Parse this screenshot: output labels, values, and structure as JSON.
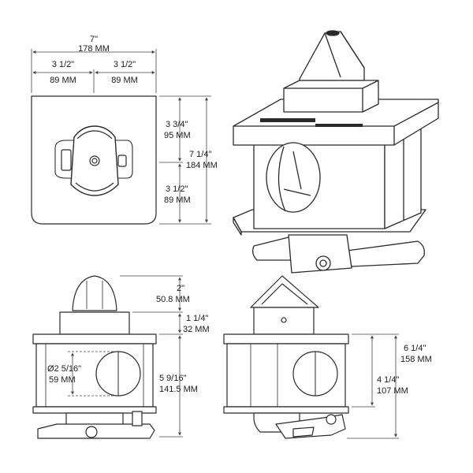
{
  "dimensions": {
    "overall_width_in": "7\"",
    "overall_width_mm": "178 MM",
    "half_width_left_in": "3 1/2\"",
    "half_width_left_mm": "89 MM",
    "half_width_right_in": "3 1/2\"",
    "half_width_right_mm": "89 MM",
    "top_upper_in": "3 3/4\"",
    "top_upper_mm": "95 MM",
    "top_total_in": "7 1/4\"",
    "top_total_mm": "184 MM",
    "top_lower_in": "3 1/2\"",
    "top_lower_mm": "89 MM",
    "cap_height_in": "2\"",
    "cap_height_mm": "50.8 MM",
    "flange_height_in": "1 1/4\"",
    "flange_height_mm": "32 MM",
    "hole_diameter_in": "Ø2 5/16\"",
    "hole_diameter_mm": "59 MM",
    "body_height_in": "5 9/16\"",
    "body_height_mm": "141.5 MM",
    "side_total_in": "6 1/4\"",
    "side_total_mm": "158 MM",
    "side_lower_in": "4 1/4\"",
    "side_lower_mm": "107 MM"
  },
  "colors": {
    "line": "#2a2a2a",
    "dimension": "#444444",
    "fill": "#ffffff"
  }
}
